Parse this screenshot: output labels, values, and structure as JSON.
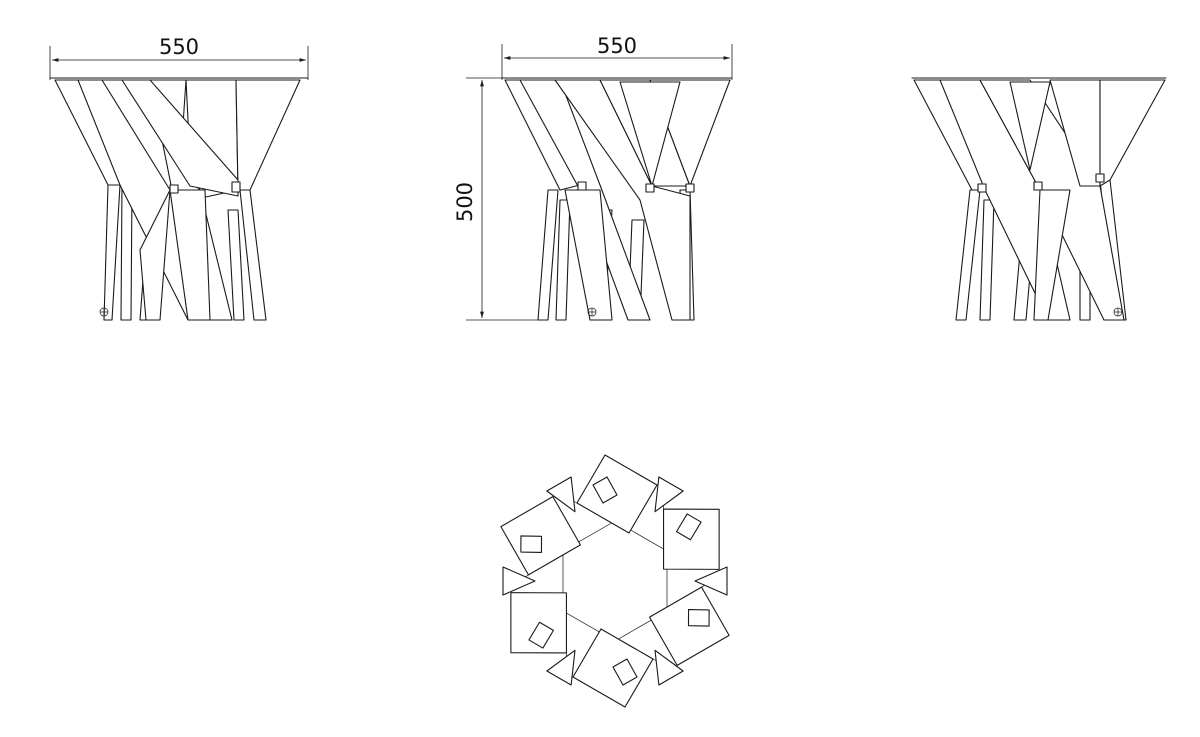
{
  "drawing": {
    "front_view": {
      "width_label": "550"
    },
    "side_view": {
      "width_label": "550",
      "height_label": "500"
    }
  },
  "colors": {
    "line": "#1a1a1a",
    "background": "#ffffff"
  }
}
